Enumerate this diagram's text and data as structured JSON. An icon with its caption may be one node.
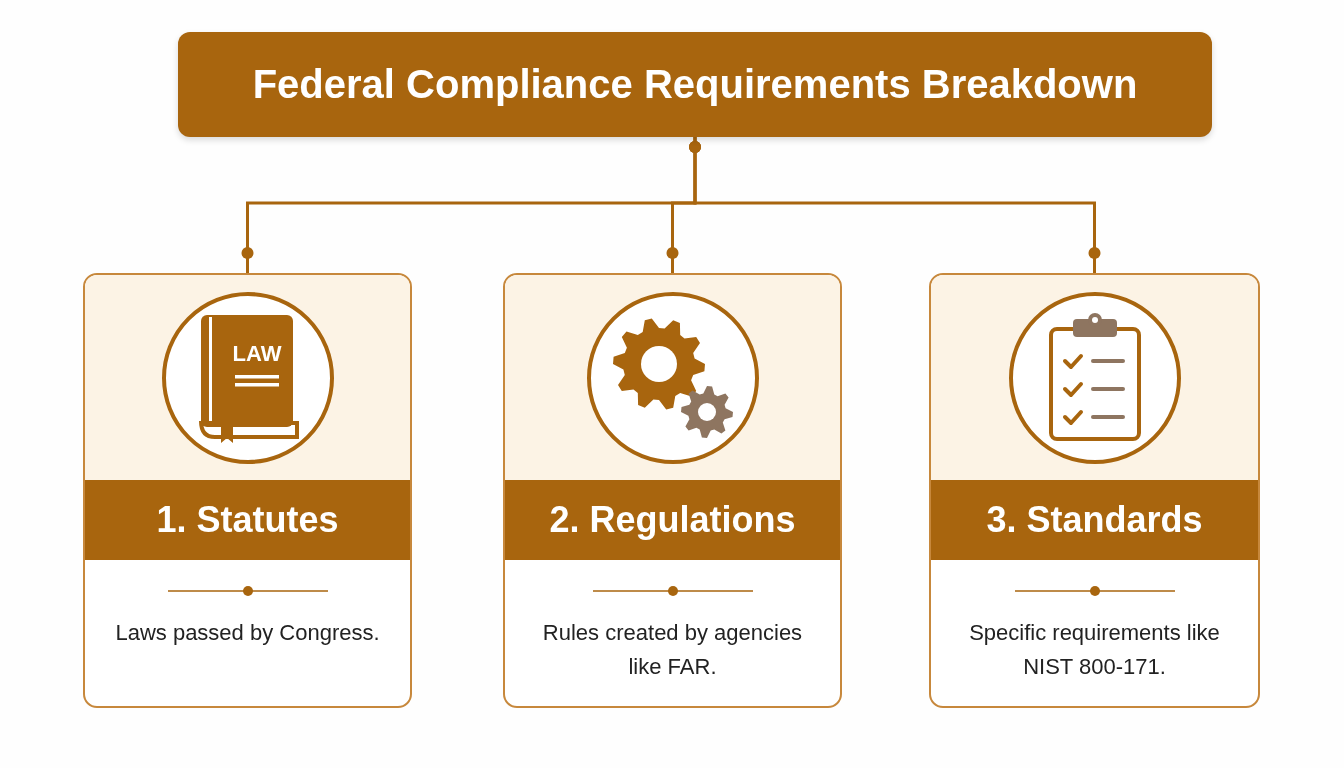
{
  "diagram": {
    "nodes": [
      {
        "text": [
          "Federal Compliance Requirements Breakdown"
        ]
      },
      {
        "text": [
          "1. Statutes",
          "Laws passed by Congress."
        ]
      },
      {
        "text": [
          "2. Regulations",
          "Rules created by agencies like FAR."
        ]
      },
      {
        "text": [
          "3. Standards",
          "Specific requirements like NIST 800-171."
        ]
      }
    ],
    "edges": [
      {
        "from": 0,
        "to": 1,
        "arrow": "other"
      },
      {
        "from": 0,
        "to": 2,
        "arrow": "other"
      },
      {
        "from": 0,
        "to": 3,
        "arrow": "other"
      }
    ],
    "labels": [
      "LAW"
    ]
  }
}
